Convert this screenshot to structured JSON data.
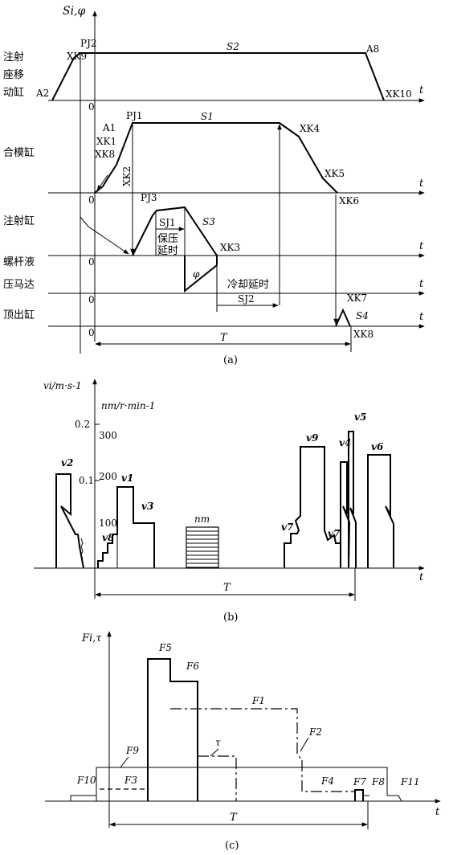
{
  "panel_a": {
    "y_axis": "Si,φ",
    "caption": "(a)",
    "rows": {
      "injection_seat": [
        "注射",
        "座移",
        "动缸"
      ],
      "mold_clamp": "合模缸",
      "injection_cyl": "注射缸",
      "screw": "螺杆液",
      "motor": "压马达",
      "ejector": "顶出缸"
    },
    "labels": {
      "XK9": "XK9",
      "PJ2": "PJ2",
      "S2": "S2",
      "A8": "A8",
      "A2": "A2",
      "XK10": "XK10",
      "zero1": "0",
      "A1": "A1",
      "PJ1": "PJ1",
      "S1": "S1",
      "XK1": "XK1",
      "XK8a": "XK8",
      "XK2": "XK2",
      "XK4": "XK4",
      "XK5": "XK5",
      "XK6": "XK6",
      "zero2": "0",
      "PJ3": "PJ3",
      "SJ1": "SJ1",
      "S3": "S3",
      "hold": [
        "保压",
        "延时"
      ],
      "XK3": "XK3",
      "zero3": "0",
      "phi": "φ",
      "cool": "冷却延时",
      "SJ2": "SJ2",
      "zero4": "0",
      "XK7": "XK7",
      "S4": "S4",
      "zero5": "0",
      "T": "T",
      "XK8b": "XK8",
      "t": "t"
    }
  },
  "panel_b": {
    "y_axis": "vi/m·s-1",
    "y2_axis": "nm/r·min-1",
    "caption": "(b)",
    "ticks_left": [
      "0.2",
      "0.1"
    ],
    "ticks_right": [
      "300",
      "200",
      "100"
    ],
    "labels": {
      "v2": "v2",
      "v1": "v1",
      "v8": "v8",
      "v3": "v3",
      "nm": "nm",
      "v9": "v9",
      "v4": "v4",
      "v5": "v5",
      "v6": "v6",
      "v7a": "v7",
      "v7b": "v7",
      "T": "T",
      "t": "t"
    }
  },
  "panel_c": {
    "y_axis": "Fi,τ",
    "caption": "(c)",
    "labels": {
      "F5": "F5",
      "F6": "F6",
      "F1": "F1",
      "F9": "F9",
      "tau": "τ",
      "F2": "F2",
      "F10": "F10",
      "F3": "F3",
      "F4": "F4",
      "F7": "F7",
      "F8": "F8",
      "F11": "F11",
      "T": "T",
      "t": "t"
    }
  }
}
